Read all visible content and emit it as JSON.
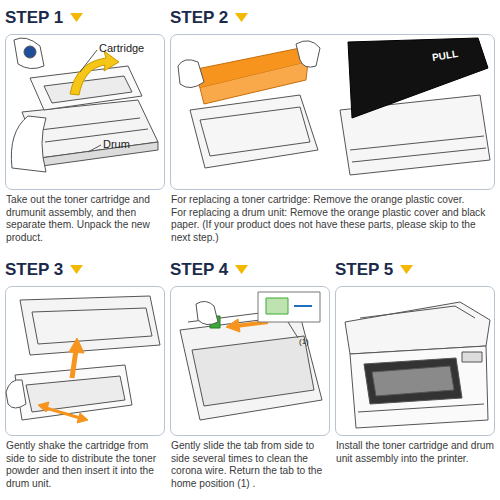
{
  "diagram": {
    "nodes": [
      {
        "text": [
          "STEP 1",
          "Take out the toner cartridge and drumunit assembly, and then separate them. Unpack the new product."
        ]
      },
      {
        "text": [
          "STEP 2",
          "For replacing a toner cartridge: Remove the orange plastic cover.",
          "For replacing a drum unit: Remove the orange plastic cover and black paper. (If your product does not have these parts, please skip to the next step.)"
        ]
      },
      {
        "text": [
          "STEP 3",
          "Gently shake the cartridge from side to side to distribute the toner powder and then insert it into the drum unit."
        ]
      },
      {
        "text": [
          "STEP 4",
          "Gently slide the tab from side to side several times to clean the corona wire. Return the tab to the home position (1) ."
        ]
      },
      {
        "text": [
          "STEP 5",
          "Install the toner cartridge and drum unit assembly into the printer."
        ]
      }
    ],
    "labels": [
      "Cartridge",
      "Drum",
      "PULL",
      "(1)"
    ]
  }
}
